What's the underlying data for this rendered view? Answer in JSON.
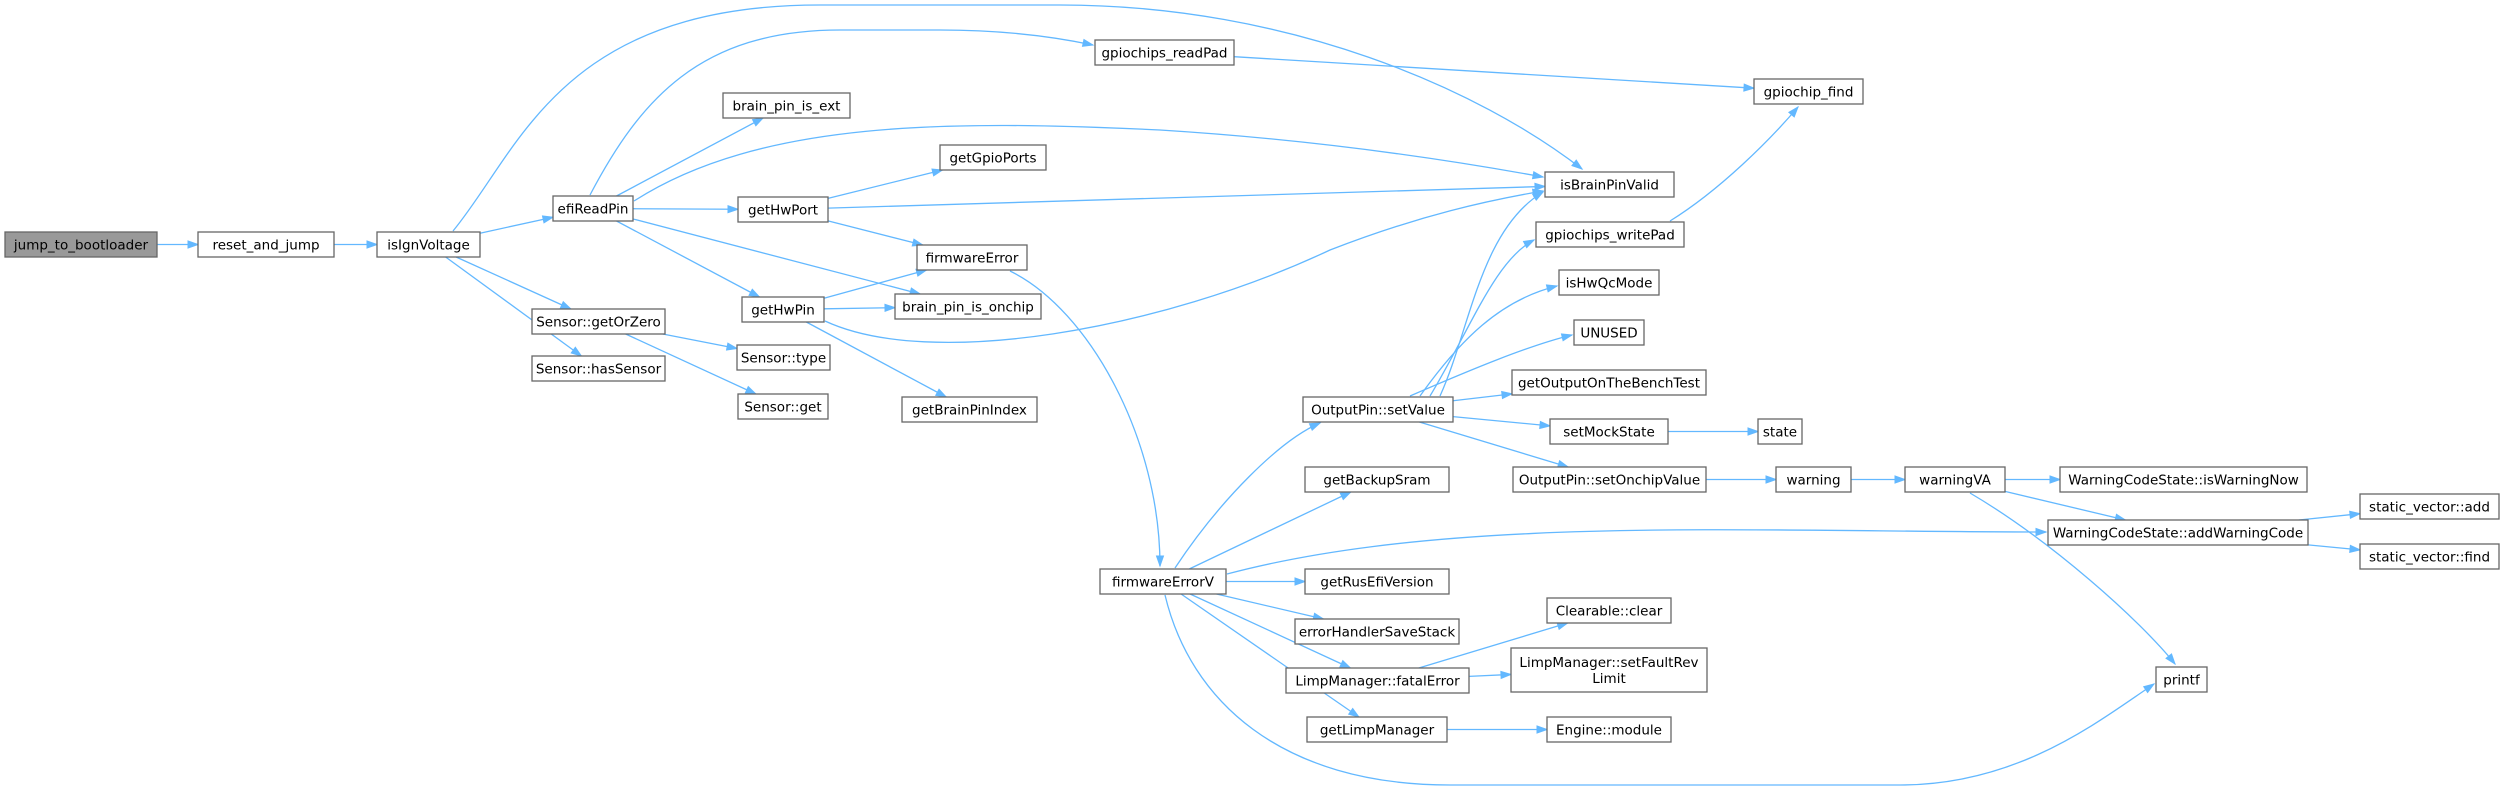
{
  "diagram": {
    "type": "call-graph",
    "colors": {
      "edge": "#63b8ff",
      "node_border": "#666666",
      "root_fill": "#999999",
      "node_fill": "#ffffff"
    },
    "nodes": [
      {
        "id": "jump_to_bootloader",
        "lines": [
          "jump_to_bootloader"
        ],
        "root": true
      },
      {
        "id": "reset_and_jump",
        "lines": [
          "reset_and_jump"
        ]
      },
      {
        "id": "isIgnVoltage",
        "lines": [
          "isIgnVoltage"
        ]
      },
      {
        "id": "efiReadPin",
        "lines": [
          "efiReadPin"
        ]
      },
      {
        "id": "Sensor_getOrZero",
        "lines": [
          "Sensor::getOrZero"
        ]
      },
      {
        "id": "Sensor_hasSensor",
        "lines": [
          "Sensor::hasSensor"
        ]
      },
      {
        "id": "gpiochips_readPad",
        "lines": [
          "gpiochips_readPad"
        ]
      },
      {
        "id": "brain_pin_is_ext",
        "lines": [
          "brain_pin_is_ext"
        ]
      },
      {
        "id": "getHwPort",
        "lines": [
          "getHwPort"
        ]
      },
      {
        "id": "getHwPin",
        "lines": [
          "getHwPin"
        ]
      },
      {
        "id": "Sensor_type",
        "lines": [
          "Sensor::type"
        ]
      },
      {
        "id": "Sensor_get",
        "lines": [
          "Sensor::get"
        ]
      },
      {
        "id": "getGpioPorts",
        "lines": [
          "getGpioPorts"
        ]
      },
      {
        "id": "firmwareError",
        "lines": [
          "firmwareError"
        ]
      },
      {
        "id": "brain_pin_is_onchip",
        "lines": [
          "brain_pin_is_onchip"
        ]
      },
      {
        "id": "getBrainPinIndex",
        "lines": [
          "getBrainPinIndex"
        ]
      },
      {
        "id": "firmwareErrorV",
        "lines": [
          "firmwareErrorV"
        ]
      },
      {
        "id": "OutputPin_setValue",
        "lines": [
          "OutputPin::setValue"
        ]
      },
      {
        "id": "getBackupSram",
        "lines": [
          "getBackupSram"
        ]
      },
      {
        "id": "getRusEfiVersion",
        "lines": [
          "getRusEfiVersion"
        ]
      },
      {
        "id": "errorHandlerSaveStack",
        "lines": [
          "errorHandlerSaveStack"
        ]
      },
      {
        "id": "LimpManager_fatalError",
        "lines": [
          "LimpManager::fatalError"
        ]
      },
      {
        "id": "getLimpManager",
        "lines": [
          "getLimpManager"
        ]
      },
      {
        "id": "isBrainPinValid",
        "lines": [
          "isBrainPinValid"
        ]
      },
      {
        "id": "gpiochips_writePad",
        "lines": [
          "gpiochips_writePad"
        ]
      },
      {
        "id": "isHwQcMode",
        "lines": [
          "isHwQcMode"
        ]
      },
      {
        "id": "UNUSED",
        "lines": [
          "UNUSED"
        ]
      },
      {
        "id": "getOutputOnTheBenchTest",
        "lines": [
          "getOutputOnTheBenchTest"
        ]
      },
      {
        "id": "setMockState",
        "lines": [
          "setMockState"
        ]
      },
      {
        "id": "OutputPin_setOnchipValue",
        "lines": [
          "OutputPin::setOnchipValue"
        ]
      },
      {
        "id": "Clearable_clear",
        "lines": [
          "Clearable::clear"
        ]
      },
      {
        "id": "LimpManager_setFaultRevLimit",
        "lines": [
          "LimpManager::setFaultRev",
          "Limit"
        ]
      },
      {
        "id": "Engine_module",
        "lines": [
          "Engine::module"
        ]
      },
      {
        "id": "gpiochip_find",
        "lines": [
          "gpiochip_find"
        ]
      },
      {
        "id": "state",
        "lines": [
          "state"
        ]
      },
      {
        "id": "warning",
        "lines": [
          "warning"
        ]
      },
      {
        "id": "warningVA",
        "lines": [
          "warningVA"
        ]
      },
      {
        "id": "WarningCodeState_isWarningNow",
        "lines": [
          "WarningCodeState::isWarningNow"
        ]
      },
      {
        "id": "WarningCodeState_addWarningCode",
        "lines": [
          "WarningCodeState::addWarningCode"
        ]
      },
      {
        "id": "printf",
        "lines": [
          "printf"
        ]
      },
      {
        "id": "static_vector_add",
        "lines": [
          "static_vector::add"
        ]
      },
      {
        "id": "static_vector_find",
        "lines": [
          "static_vector::find"
        ]
      }
    ],
    "edges": [
      [
        "jump_to_bootloader",
        "reset_and_jump"
      ],
      [
        "reset_and_jump",
        "isIgnVoltage"
      ],
      [
        "isIgnVoltage",
        "efiReadPin"
      ],
      [
        "isIgnVoltage",
        "isBrainPinValid"
      ],
      [
        "isIgnVoltage",
        "Sensor_getOrZero"
      ],
      [
        "isIgnVoltage",
        "Sensor_hasSensor"
      ],
      [
        "efiReadPin",
        "gpiochips_readPad"
      ],
      [
        "efiReadPin",
        "brain_pin_is_ext"
      ],
      [
        "efiReadPin",
        "isBrainPinValid"
      ],
      [
        "efiReadPin",
        "getHwPort"
      ],
      [
        "efiReadPin",
        "brain_pin_is_onchip"
      ],
      [
        "efiReadPin",
        "getHwPin"
      ],
      [
        "Sensor_getOrZero",
        "Sensor_type"
      ],
      [
        "Sensor_getOrZero",
        "Sensor_get"
      ],
      [
        "gpiochips_readPad",
        "gpiochip_find"
      ],
      [
        "getHwPort",
        "getGpioPorts"
      ],
      [
        "getHwPort",
        "isBrainPinValid"
      ],
      [
        "getHwPort",
        "firmwareError"
      ],
      [
        "getHwPin",
        "firmwareError"
      ],
      [
        "getHwPin",
        "brain_pin_is_onchip"
      ],
      [
        "getHwPin",
        "getBrainPinIndex"
      ],
      [
        "getHwPin",
        "isBrainPinValid"
      ],
      [
        "firmwareError",
        "firmwareErrorV"
      ],
      [
        "firmwareErrorV",
        "OutputPin_setValue"
      ],
      [
        "firmwareErrorV",
        "getBackupSram"
      ],
      [
        "firmwareErrorV",
        "WarningCodeState_addWarningCode"
      ],
      [
        "firmwareErrorV",
        "getRusEfiVersion"
      ],
      [
        "firmwareErrorV",
        "errorHandlerSaveStack"
      ],
      [
        "firmwareErrorV",
        "LimpManager_fatalError"
      ],
      [
        "firmwareErrorV",
        "getLimpManager"
      ],
      [
        "firmwareErrorV",
        "printf"
      ],
      [
        "OutputPin_setValue",
        "isBrainPinValid"
      ],
      [
        "OutputPin_setValue",
        "gpiochips_writePad"
      ],
      [
        "OutputPin_setValue",
        "isHwQcMode"
      ],
      [
        "OutputPin_setValue",
        "UNUSED"
      ],
      [
        "OutputPin_setValue",
        "getOutputOnTheBenchTest"
      ],
      [
        "OutputPin_setValue",
        "setMockState"
      ],
      [
        "OutputPin_setValue",
        "OutputPin_setOnchipValue"
      ],
      [
        "LimpManager_fatalError",
        "Clearable_clear"
      ],
      [
        "LimpManager_fatalError",
        "LimpManager_setFaultRevLimit"
      ],
      [
        "getLimpManager",
        "Engine_module"
      ],
      [
        "gpiochips_writePad",
        "gpiochip_find"
      ],
      [
        "setMockState",
        "state"
      ],
      [
        "OutputPin_setOnchipValue",
        "warning"
      ],
      [
        "warning",
        "warningVA"
      ],
      [
        "warningVA",
        "WarningCodeState_isWarningNow"
      ],
      [
        "warningVA",
        "WarningCodeState_addWarningCode"
      ],
      [
        "warningVA",
        "printf"
      ],
      [
        "WarningCodeState_addWarningCode",
        "static_vector_add"
      ],
      [
        "WarningCodeState_addWarningCode",
        "static_vector_find"
      ]
    ]
  }
}
